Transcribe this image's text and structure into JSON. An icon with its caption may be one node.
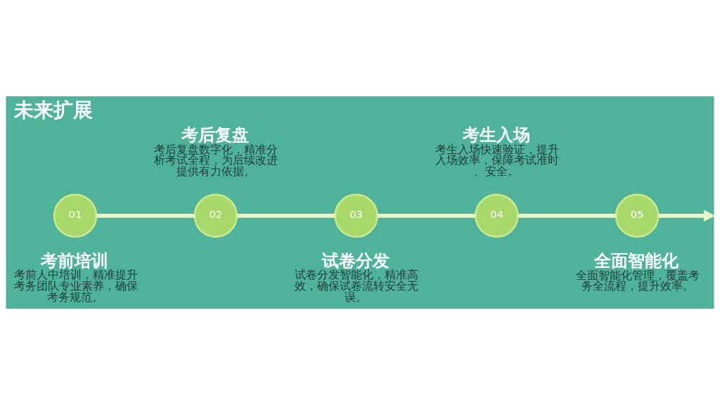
{
  "diagram": {
    "title": "未来扩展",
    "nodes": [
      {
        "text": [
          "01"
        ],
        "beside": [
          "考前培训",
          "考前人中培训，精准提升考务团队专业素养，确保考务规范。"
        ]
      },
      {
        "text": [
          "02"
        ],
        "beside": [
          "考后复盘",
          "考后复盘数字化，精准分析考试全程，为后续改进提供有力依据。"
        ]
      },
      {
        "text": [
          "03"
        ],
        "beside": [
          "试卷分发",
          "试卷分发智能化，精准高效，确保试卷流转安全无误。"
        ]
      },
      {
        "text": [
          "04"
        ],
        "beside": [
          "考生入场",
          "考生入场快速验证，提升入场效率，保障考试准时、安全。"
        ]
      },
      {
        "text": [
          "05"
        ],
        "beside": [
          "全面智能化",
          "全面智能化管理，覆盖考务全流程，提升效率。"
        ]
      }
    ],
    "edges": [
      {
        "from": 0,
        "to": 1,
        "arrow": "none"
      },
      {
        "from": 1,
        "to": 2,
        "arrow": "none"
      },
      {
        "from": 2,
        "to": 3,
        "arrow": "none"
      },
      {
        "from": 3,
        "to": 4,
        "arrow": "none"
      },
      {
        "from": 4,
        "to": null,
        "arrow": "to"
      }
    ]
  }
}
